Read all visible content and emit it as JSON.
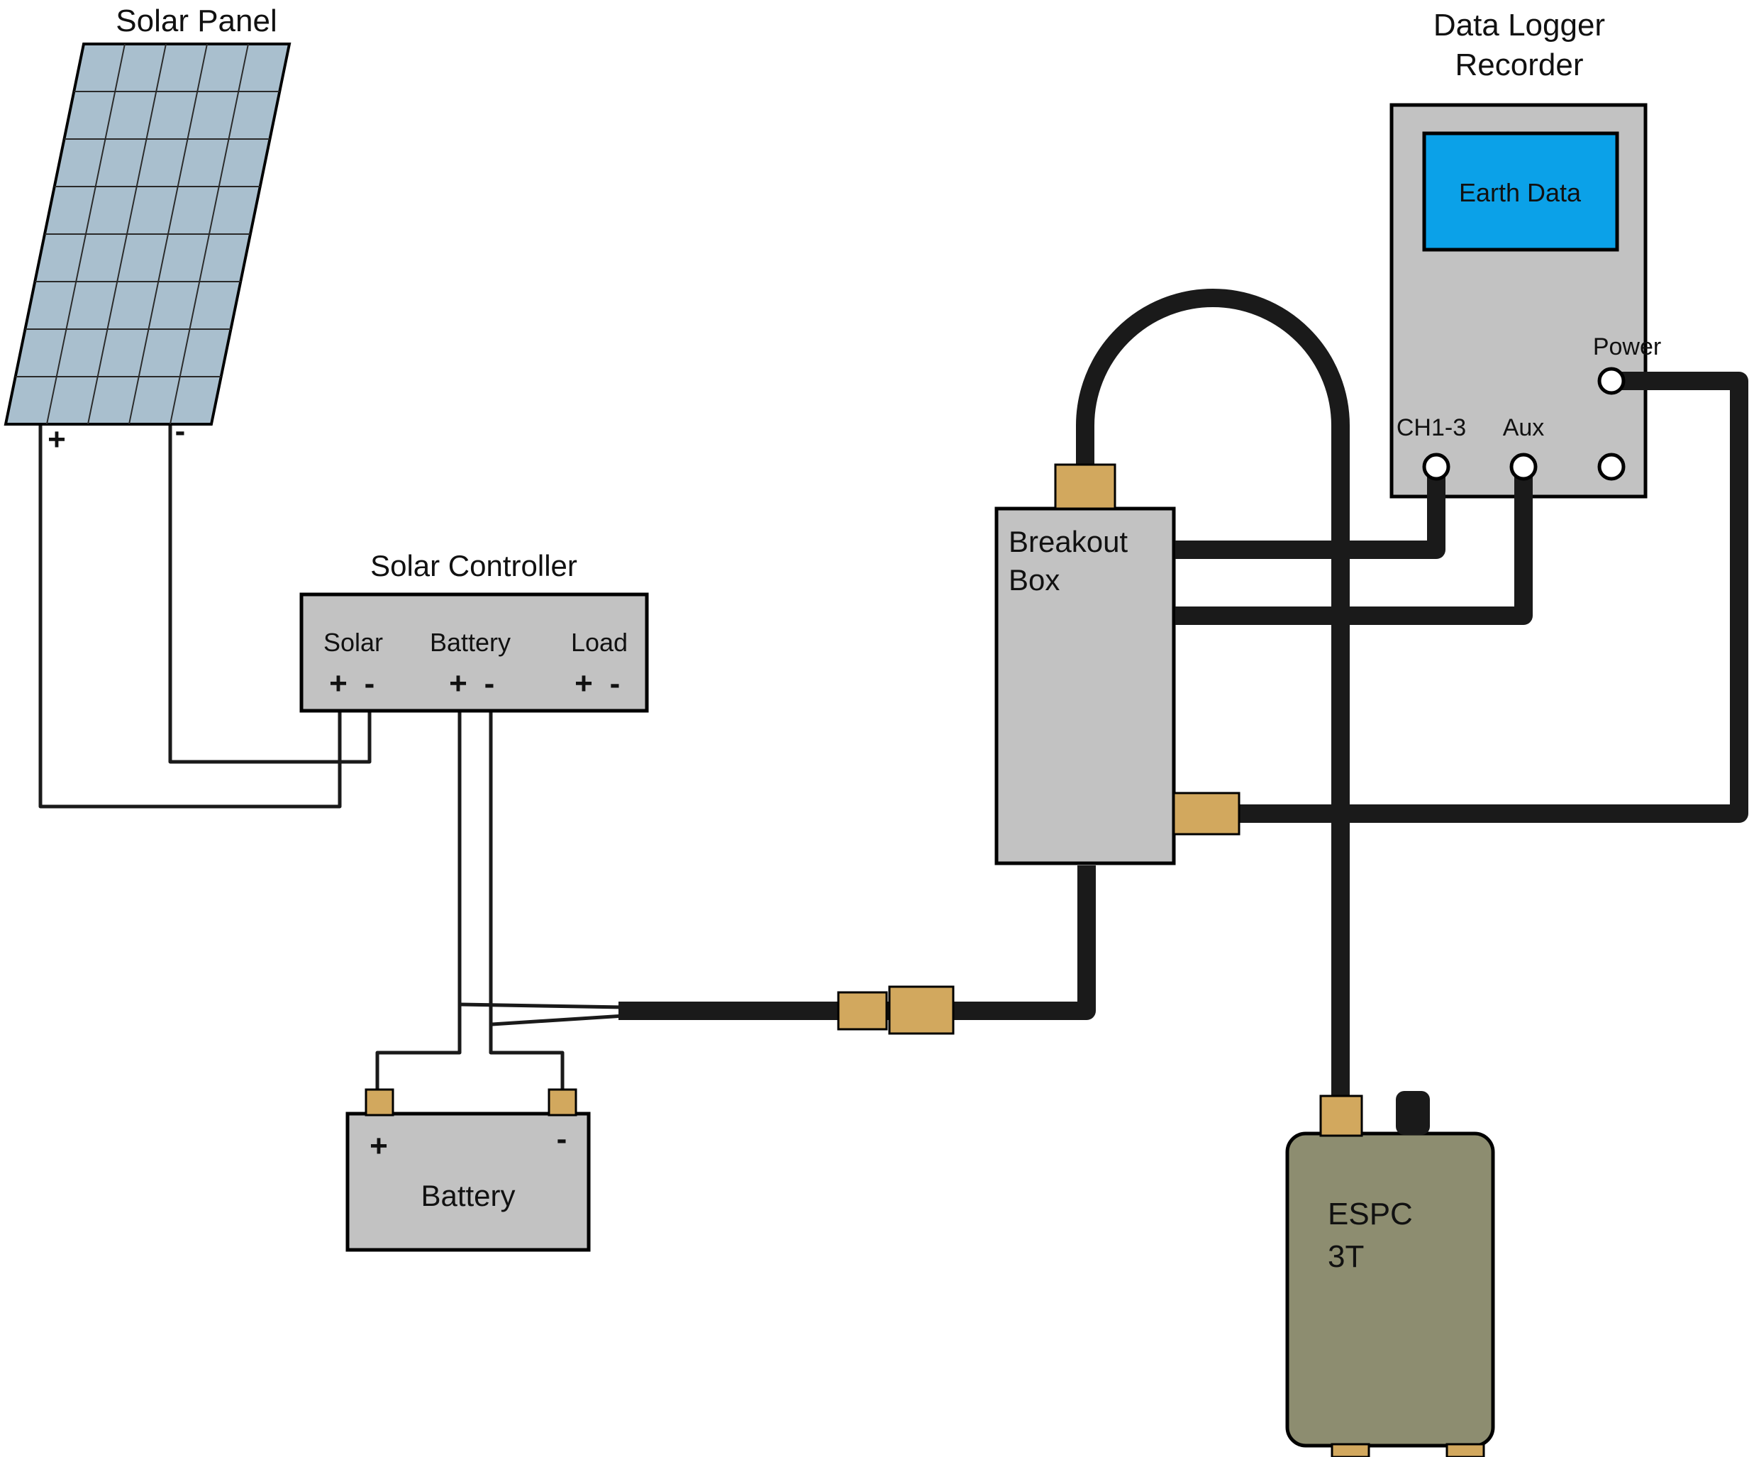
{
  "colors": {
    "box_gray": "#c2c2c2",
    "panel_blue": "#a9bfce",
    "screen_blue": "#0ba1e8",
    "connector_tan": "#d2a85e",
    "espc_olive": "#8d8d70",
    "wire_black": "#1a1a1a"
  },
  "solar_panel": {
    "title": "Solar Panel",
    "positive": "+",
    "negative": "-"
  },
  "solar_controller": {
    "title": "Solar Controller",
    "terminals": [
      {
        "label": "Solar",
        "positive": "+",
        "negative": "-"
      },
      {
        "label": "Battery",
        "positive": "+",
        "negative": "-"
      },
      {
        "label": "Load",
        "positive": "+",
        "negative": "-"
      }
    ]
  },
  "battery": {
    "title": "Battery",
    "positive": "+",
    "negative": "-"
  },
  "breakout_box": {
    "title_line1": "Breakout",
    "title_line2": "Box"
  },
  "data_logger": {
    "title_line1": "Data Logger",
    "title_line2": "Recorder",
    "screen_text": "Earth Data",
    "ports": {
      "power": "Power",
      "ch": "CH1-3",
      "aux": "Aux"
    }
  },
  "espc_sensor": {
    "title_line1": "ESPC",
    "title_line2": "3T"
  }
}
